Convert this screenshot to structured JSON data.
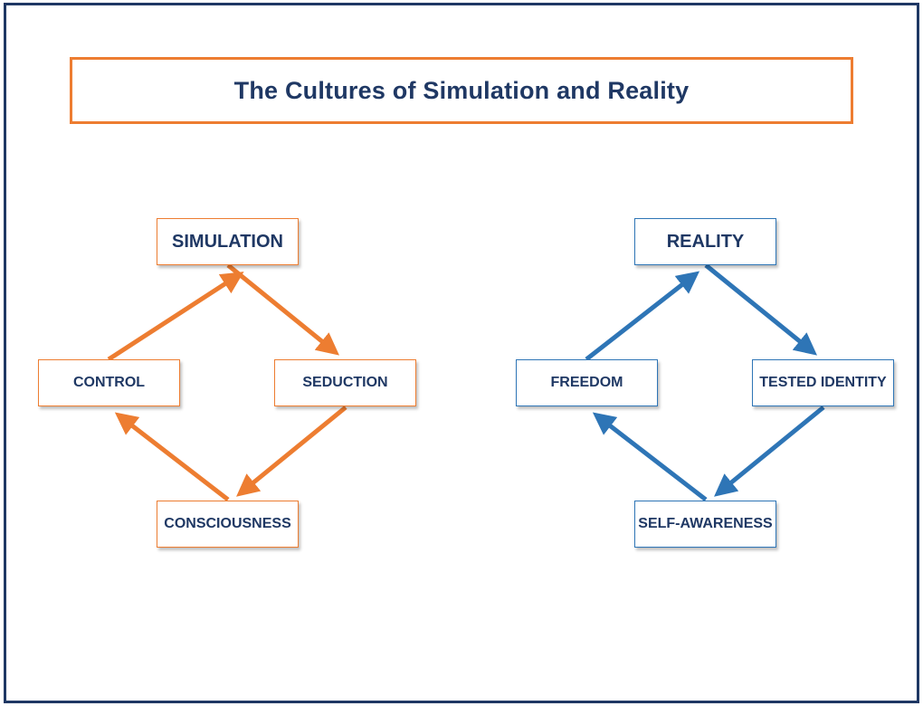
{
  "title": "The Cultures of Simulation and Reality",
  "left_cycle": {
    "top": "SIMULATION",
    "left": "CONTROL",
    "right": "SEDUCTION",
    "bottom": "CONSCIOUSNESS",
    "color": "#ed7d31"
  },
  "right_cycle": {
    "top": "REALITY",
    "left": "FREEDOM",
    "right": "TESTED IDENTITY",
    "bottom": "SELF-AWARENESS",
    "color": "#2e75b6"
  },
  "colors": {
    "frame": "#1f3864",
    "text": "#1f3864",
    "accent_orange": "#ed7d31",
    "accent_blue": "#2e75b6"
  }
}
